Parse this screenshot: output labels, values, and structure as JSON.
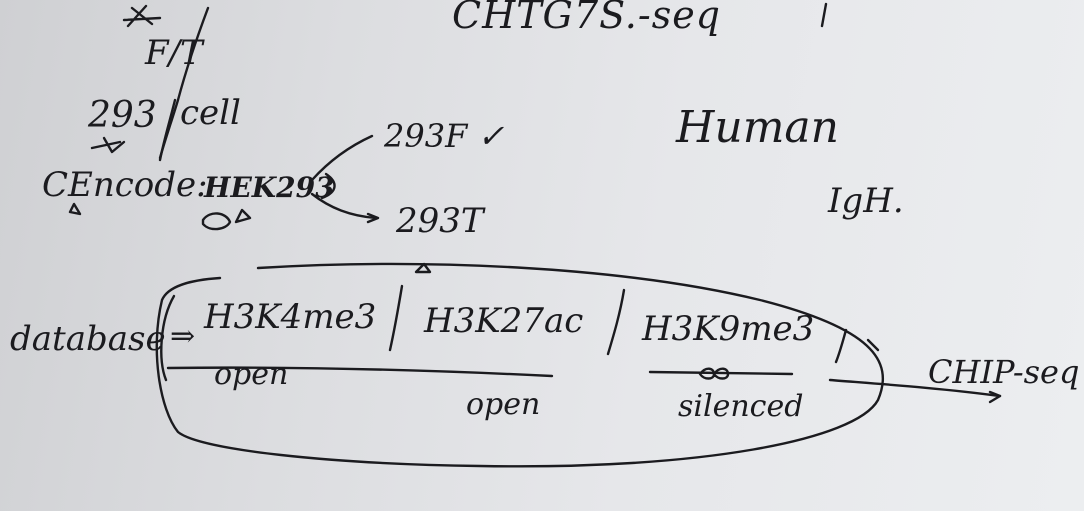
{
  "page": {
    "top_title": "CHTG7S.-seq",
    "fraction_top": "F/T",
    "cell_line_number": "293",
    "cell_word": "cell",
    "encode_label": "CEncode:",
    "encode_cell": "HEK293",
    "branch_top": "293F ✓",
    "branch_bottom": "293T",
    "species": "Human",
    "genome": "IgH.",
    "database_label": "database",
    "arrow": "⇒",
    "marks": [
      {
        "label": "H3K4me3",
        "state": "open"
      },
      {
        "label": "H3K27ac",
        "state": "open"
      },
      {
        "label": "H3K9me3",
        "state": "silenced"
      }
    ],
    "chip_label": "CHIP-seq"
  },
  "ink_color": "#1b1b1f"
}
